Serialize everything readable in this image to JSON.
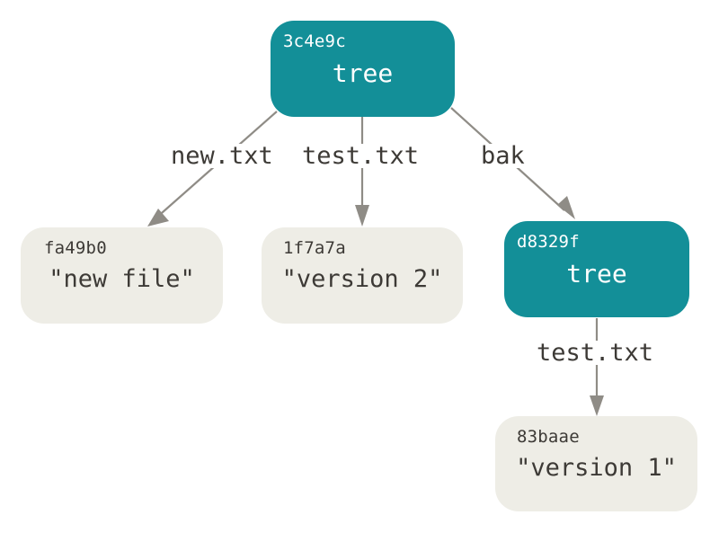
{
  "nodes": {
    "root_tree": {
      "hash": "3c4e9c",
      "label": "tree"
    },
    "blob_new": {
      "hash": "fa49b0",
      "label": "\"new file\""
    },
    "blob_v2": {
      "hash": "1f7a7a",
      "label": "\"version 2\""
    },
    "bak_tree": {
      "hash": "d8329f",
      "label": "tree"
    },
    "blob_v1": {
      "hash": "83baae",
      "label": "\"version 1\""
    }
  },
  "edges": {
    "root_to_new": "new.txt",
    "root_to_test": "test.txt",
    "root_to_bak": "bak",
    "bak_to_test": "test.txt"
  },
  "colors": {
    "tree_fill": "#138f98",
    "blob_fill": "#eeede6",
    "edge": "#8f8c86",
    "text_dark": "#3d3a36"
  }
}
